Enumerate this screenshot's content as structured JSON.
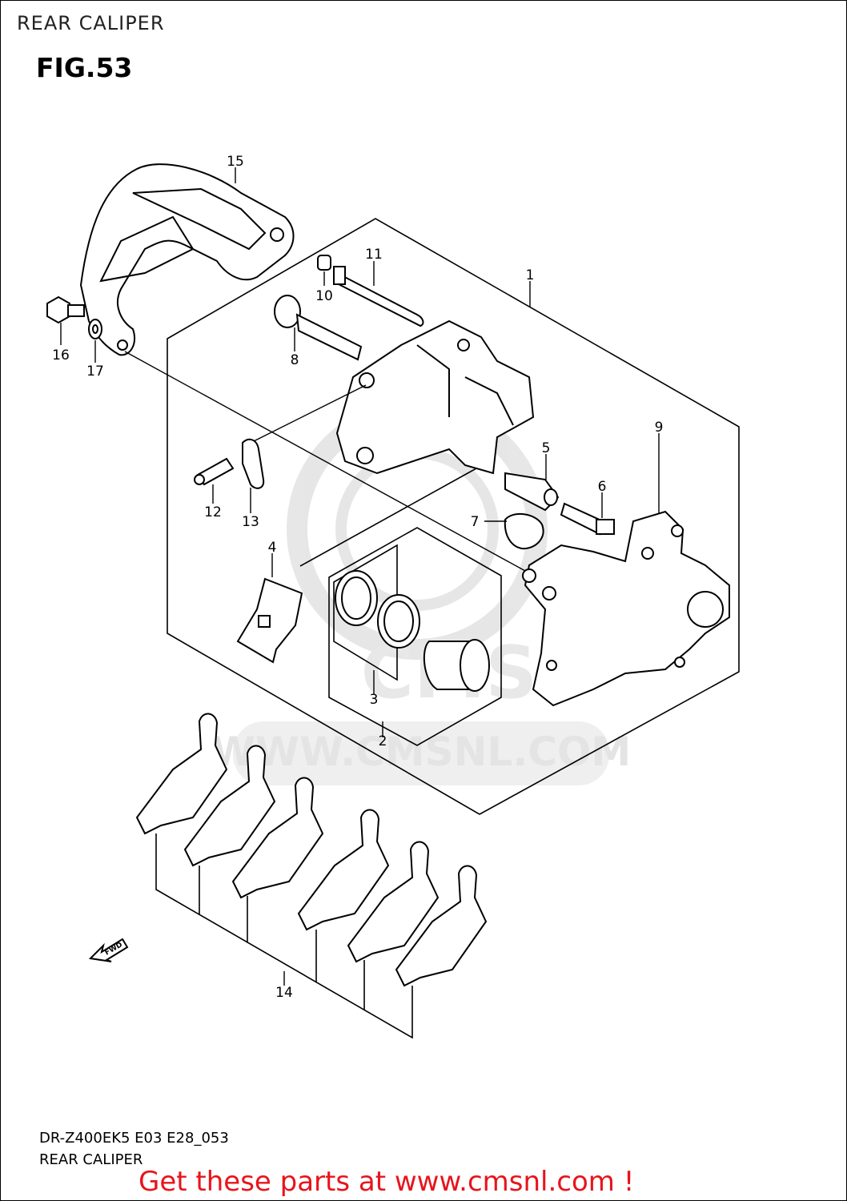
{
  "header": {
    "title": "REAR CALIPER"
  },
  "figure": {
    "label": "FIG.53"
  },
  "callouts": [
    "1",
    "2",
    "3",
    "4",
    "5",
    "6",
    "7",
    "8",
    "9",
    "10",
    "11",
    "12",
    "13",
    "14",
    "15",
    "16",
    "17"
  ],
  "watermark": {
    "text": "WWW.CMSNL.COM",
    "logo": "CMS"
  },
  "fwd_label": "FWD",
  "footer": {
    "code": "DR-Z400EK5 E03 E28_053",
    "title": "REAR CALIPER",
    "promo": "Get these parts at www.cmsnl.com !"
  },
  "colors": {
    "promo": "#e8141c",
    "line": "#000000",
    "watermark": "#d9d9d9"
  }
}
